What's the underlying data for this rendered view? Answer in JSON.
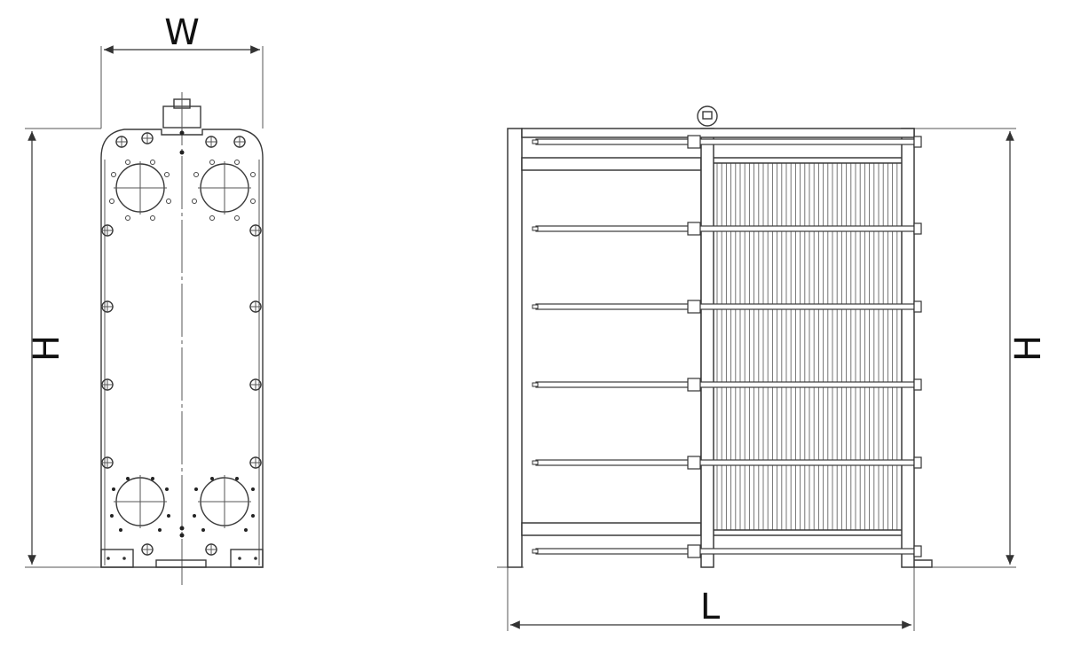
{
  "dimensions": {
    "width_label": "W",
    "height_label_front": "H",
    "height_label_side": "H",
    "length_label": "L"
  },
  "colors": {
    "line": "#3a3a3a",
    "background": "#ffffff"
  }
}
